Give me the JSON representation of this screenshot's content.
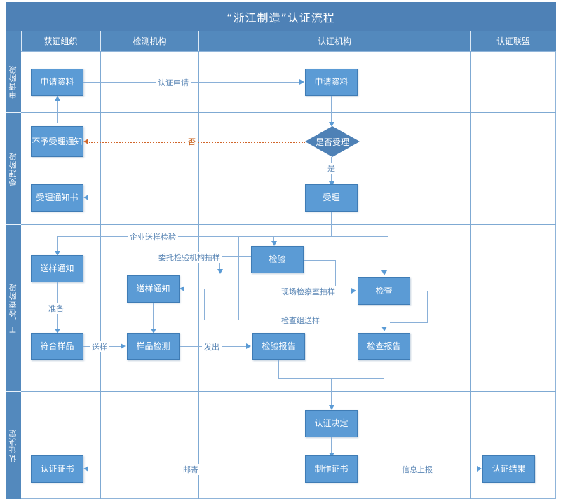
{
  "chart_data": {
    "type": "diagram",
    "title": "“浙江制造”认证流程",
    "lanes_horizontal": [
      "获证组织",
      "检测机构",
      "认证机构",
      "认证联盟"
    ],
    "lanes_vertical": [
      "申请阶段",
      "受理阶段",
      "工厂检查阶段",
      "认证决定"
    ],
    "nodes": [
      {
        "id": "n1",
        "label": "申请资料",
        "lane": "获证组织",
        "stage": "申请阶段",
        "shape": "rect"
      },
      {
        "id": "n2",
        "label": "申请资料",
        "lane": "认证机构",
        "stage": "申请阶段",
        "shape": "rect"
      },
      {
        "id": "n3",
        "label": "不予受理通知",
        "lane": "获证组织",
        "stage": "受理阶段",
        "shape": "rect"
      },
      {
        "id": "n4",
        "label": "是否受理",
        "lane": "认证机构",
        "stage": "受理阶段",
        "shape": "diamond"
      },
      {
        "id": "n5",
        "label": "受理通知书",
        "lane": "获证组织",
        "stage": "受理阶段",
        "shape": "rect"
      },
      {
        "id": "n6",
        "label": "受理",
        "lane": "认证机构",
        "stage": "受理阶段",
        "shape": "rect"
      },
      {
        "id": "n7",
        "label": "送样通知",
        "lane": "获证组织",
        "stage": "工厂检查阶段",
        "shape": "rect"
      },
      {
        "id": "n8",
        "label": "送样通知",
        "lane": "检测机构",
        "stage": "工厂检查阶段",
        "shape": "rect"
      },
      {
        "id": "n9",
        "label": "检验",
        "lane": "认证机构",
        "stage": "工厂检查阶段",
        "shape": "rect"
      },
      {
        "id": "n10",
        "label": "检查",
        "lane": "认证机构",
        "stage": "工厂检查阶段",
        "shape": "rect"
      },
      {
        "id": "n11",
        "label": "符合样品",
        "lane": "获证组织",
        "stage": "工厂检查阶段",
        "shape": "rect"
      },
      {
        "id": "n12",
        "label": "样品检测",
        "lane": "检测机构",
        "stage": "工厂检查阶段",
        "shape": "rect"
      },
      {
        "id": "n13",
        "label": "检验报告",
        "lane": "认证机构",
        "stage": "工厂检查阶段",
        "shape": "rect"
      },
      {
        "id": "n14",
        "label": "检查报告",
        "lane": "认证机构",
        "stage": "工厂检查阶段",
        "shape": "rect"
      },
      {
        "id": "n15",
        "label": "认证决定",
        "lane": "认证机构",
        "stage": "认证决定",
        "shape": "rect"
      },
      {
        "id": "n16",
        "label": "认证证书",
        "lane": "获证组织",
        "stage": "认证决定",
        "shape": "rect"
      },
      {
        "id": "n17",
        "label": "制作证书",
        "lane": "认证机构",
        "stage": "认证决定",
        "shape": "rect"
      },
      {
        "id": "n18",
        "label": "认证结果",
        "lane": "认证联盟",
        "stage": "认证决定",
        "shape": "rect"
      }
    ],
    "edges": [
      {
        "from": "n1",
        "to": "n2",
        "label": "认证申请",
        "style": "solid"
      },
      {
        "from": "n2",
        "to": "n4",
        "label": "",
        "style": "solid"
      },
      {
        "from": "n4",
        "to": "n3",
        "label": "否",
        "style": "dashed-orange"
      },
      {
        "from": "n4",
        "to": "n6",
        "label": "是",
        "style": "solid"
      },
      {
        "from": "n6",
        "to": "n5",
        "label": "",
        "style": "solid"
      },
      {
        "from": "n6",
        "to": "n7",
        "label": "企业送样检验",
        "style": "solid"
      },
      {
        "from": "n6",
        "to": "n9",
        "label": "",
        "style": "solid"
      },
      {
        "from": "n6",
        "to": "n10",
        "label": "",
        "style": "solid"
      },
      {
        "from": "n9",
        "to": "n8",
        "label": "委托检验机构抽样",
        "style": "solid"
      },
      {
        "from": "n7",
        "to": "n11",
        "label": "准备",
        "style": "solid"
      },
      {
        "from": "n8",
        "to": "n12",
        "label": "",
        "style": "solid"
      },
      {
        "from": "n11",
        "to": "n12",
        "label": "送样",
        "style": "solid"
      },
      {
        "from": "n12",
        "to": "n13",
        "label": "发出",
        "style": "solid"
      },
      {
        "from": "n9",
        "to": "n10",
        "label": "现场检察室抽样",
        "style": "solid"
      },
      {
        "from": "n10",
        "to": "n12",
        "label": "检查组送样",
        "style": "solid"
      },
      {
        "from": "n10",
        "to": "n14",
        "label": "",
        "style": "solid"
      },
      {
        "from": "n13",
        "to": "n15",
        "label": "",
        "style": "solid"
      },
      {
        "from": "n14",
        "to": "n15",
        "label": "",
        "style": "solid"
      },
      {
        "from": "n15",
        "to": "n17",
        "label": "",
        "style": "solid"
      },
      {
        "from": "n17",
        "to": "n16",
        "label": "邮寄",
        "style": "solid"
      },
      {
        "from": "n17",
        "to": "n18",
        "label": "信息上报",
        "style": "solid"
      }
    ]
  },
  "title": "“浙江制造”认证流程",
  "columns": [
    {
      "label": "获证组织"
    },
    {
      "label": "检测机构"
    },
    {
      "label": "认证机构"
    },
    {
      "label": "认证联盟"
    }
  ],
  "stages": [
    {
      "label": "申请阶段"
    },
    {
      "label": "受理阶段"
    },
    {
      "label": "工厂检查阶段"
    },
    {
      "label": "认证决定"
    }
  ],
  "nodes": {
    "apply_docs_org": "申请资料",
    "apply_docs_cert": "申请资料",
    "reject_notice": "不予受理通知",
    "accept_decision": "是否受理",
    "accept_notice": "受理通知书",
    "accept": "受理",
    "sample_notice_org": "送样通知",
    "sample_notice_lab": "送样通知",
    "inspection": "检验",
    "check": "检查",
    "qualified_sample": "符合样品",
    "sample_test": "样品检测",
    "inspection_report": "检验报告",
    "check_report": "检查报告",
    "cert_decision": "认证决定",
    "certificate": "认证证书",
    "make_cert": "制作证书",
    "cert_result": "认证结果"
  },
  "edge_labels": {
    "cert_application": "认证申请",
    "no": "否",
    "yes": "是",
    "enterprise_send_sample": "企业送样检验",
    "entrust_lab_sampling": "委托检验机构抽样",
    "prepare": "准备",
    "send_sample": "送样",
    "issue": "发出",
    "onsite_lab_sampling": "现场检察室抽样",
    "check_group_sample": "检查组送样",
    "mail": "邮寄",
    "info_report": "信息上报"
  },
  "colors": {
    "node_fill": "#5B9BD5",
    "header_fill": "#5389BD",
    "title_fill": "#4E81B6",
    "line": "#8AB0D8",
    "reject_line": "#D1662B"
  }
}
